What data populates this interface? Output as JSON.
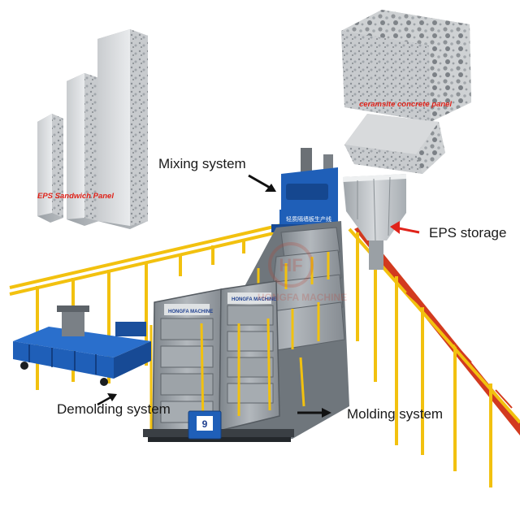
{
  "labels": {
    "mixing": "Mixing system",
    "eps_storage": "EPS storage",
    "demolding": "Demolding system",
    "molding": "Molding system",
    "eps_panel": "EPS Sandwich Panel",
    "ceramsite_panel": "ceramsite concrete panel"
  },
  "machine_plates": {
    "left_plate": "HONGFA MACHINE",
    "right_plate": "HONGFA MACHINE",
    "mixer_sign": "轻质隔墙板生产线",
    "unit_number": "9"
  },
  "watermark": {
    "logo_text": "HF",
    "company": "HONGFA MACHINE"
  },
  "colors": {
    "frame_blue": "#1f5fb8",
    "rail_yellow": "#f2c10f",
    "rail_red": "#d23a1f",
    "steel_gray": "#8f969c",
    "annotation_red": "#e0231a"
  }
}
